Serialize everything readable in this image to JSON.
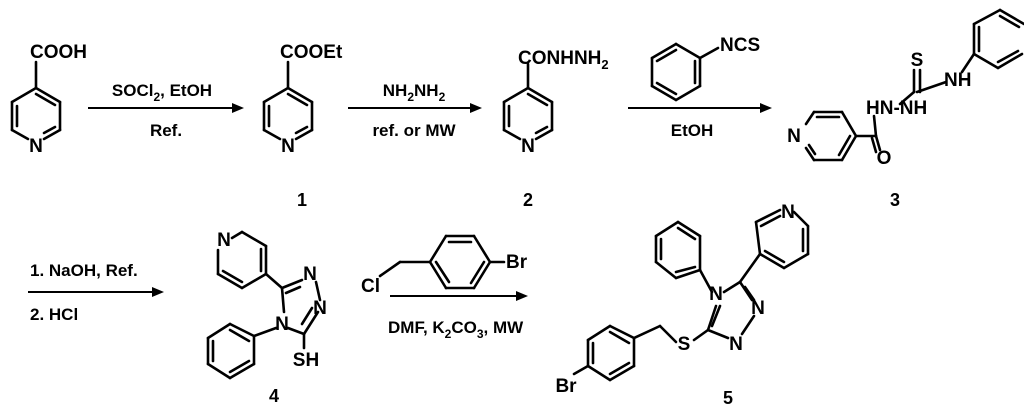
{
  "compounds": {
    "start": {
      "group": "COOH",
      "ring_atom": "N"
    },
    "c1": {
      "group": "COOEt",
      "ring_atom": "N",
      "number": "1"
    },
    "c2": {
      "group": "CONHNH2",
      "ring_atom": "N",
      "number": "2"
    },
    "phenyl_isothiocyanate": {
      "group": "NCS"
    },
    "c3": {
      "ring_atom": "N",
      "sulfur": "S",
      "nh_phenyl": "NH",
      "hydrazide": "HN-NH",
      "oxygen": "O",
      "number": "3"
    },
    "c4": {
      "ring_atom": "N",
      "triazole_n1": "N",
      "triazole_n2": "N",
      "triazole_n4": "N",
      "thiol": "SH",
      "number": "4"
    },
    "benzyl_halide": {
      "chlorine": "Cl",
      "bromine": "Br"
    },
    "c5": {
      "ring_atom": "N",
      "triazole_n1": "N",
      "triazole_n2": "N",
      "triazole_n4": "N",
      "sulfur": "S",
      "bromine": "Br",
      "number": "5"
    }
  },
  "reactions": [
    {
      "above": "SOCl2, EtOH",
      "below": "Ref."
    },
    {
      "above": "NH2NH2",
      "below": "ref. or MW"
    },
    {
      "above": "",
      "below": "EtOH"
    },
    {
      "above": "1. NaOH, Ref.",
      "below": "2. HCl"
    },
    {
      "above": "",
      "below": "DMF, K2CO3, MW"
    }
  ]
}
